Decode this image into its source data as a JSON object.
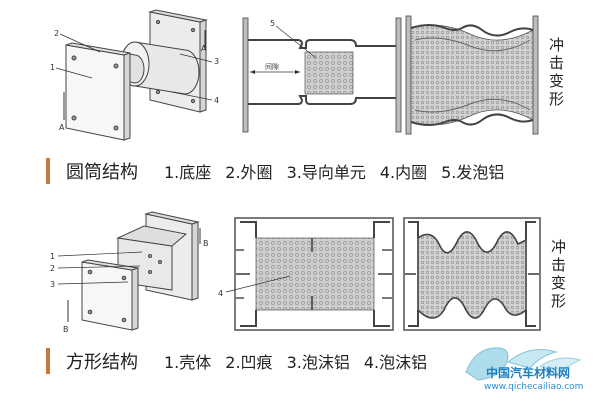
{
  "cylinder": {
    "section_title": "圆筒结构",
    "items": [
      "1.底座",
      "2.外圈",
      "3.导向单元",
      "4.内圈",
      "5.发泡铝"
    ],
    "callouts_3d": [
      "1",
      "2",
      "3",
      "4"
    ],
    "section_marker": "A",
    "inner_callout": "5",
    "gap_label": "间隙",
    "deform_label": [
      "冲",
      "击",
      "变",
      "形"
    ]
  },
  "square": {
    "section_title": "方形结构",
    "items": [
      "1.壳体",
      "2.凹痕",
      "3.泡沫铝",
      "4.泡沫铝"
    ],
    "callouts_3d": [
      "1",
      "2",
      "3"
    ],
    "section_marker": "B",
    "inner_callout": "4",
    "deform_label": [
      "冲",
      "击",
      "变",
      "形"
    ]
  },
  "watermark": {
    "text": "中国汽车材料网",
    "url": "www.qichecailiao.com"
  },
  "colors": {
    "accent_bar": "#c8783a",
    "watermark_text": "#1f7fc0",
    "watermark_logo": "#9fd8e8",
    "foam_fill": "#c9c9c9",
    "line": "#555555"
  }
}
